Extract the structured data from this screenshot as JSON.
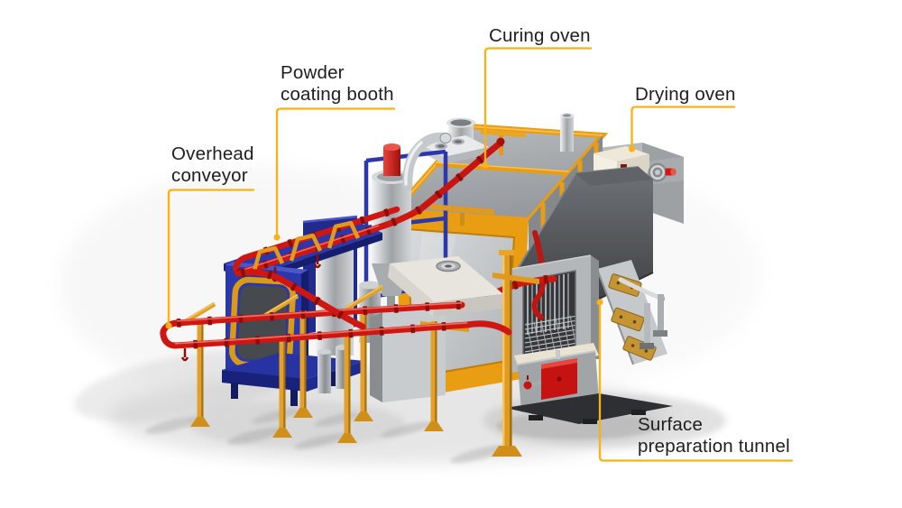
{
  "diagram": {
    "subject": "Powder coating line — labeled 3D illustration",
    "background_color": "#FFFFFF",
    "callout": {
      "line_color": "#FBB116",
      "dot_color": "#FBB116",
      "text_color": "#1E1E1E"
    },
    "labels": {
      "curing_oven": {
        "line1": "Curing oven"
      },
      "drying_oven": {
        "line1": "Drying oven"
      },
      "powder_coating_booth": {
        "line1": "Powder",
        "line2": "coating booth"
      },
      "overhead_conveyor": {
        "line1": "Overhead",
        "line2": "conveyor"
      },
      "surface_preparation_tunnel": {
        "line1": "Surface",
        "line2": "preparation tunnel"
      }
    },
    "palette": {
      "oven_frame_orange": "#E99D13",
      "support_yellow": "#E2A02C",
      "conveyor_red": "#CE1712",
      "booth_blue": "#2B38AC",
      "panel_gray": "#A6A9AB",
      "cream": "#EFE8D9",
      "gold_pad": "#C59433"
    }
  }
}
